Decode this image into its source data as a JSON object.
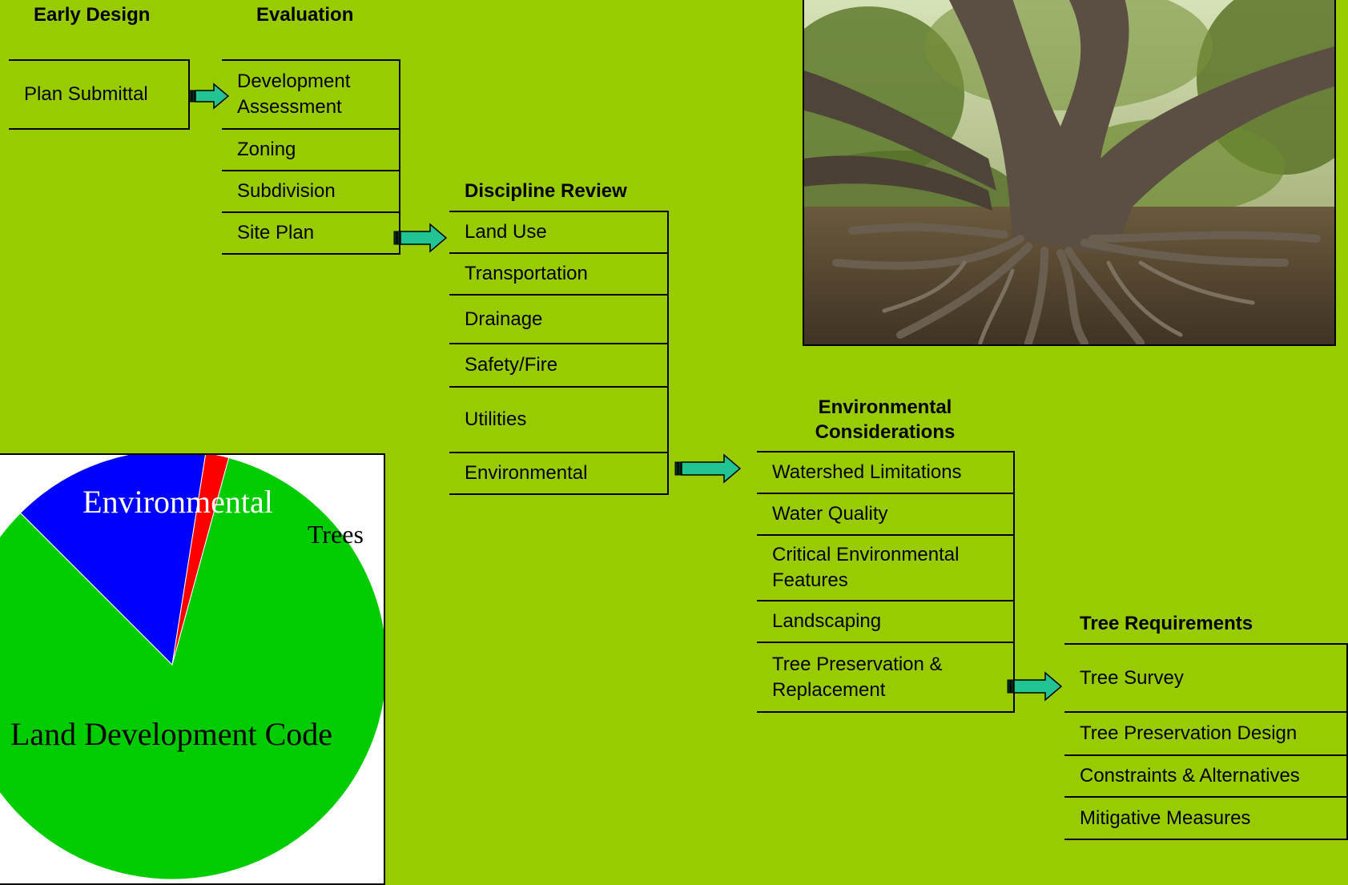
{
  "early_design": {
    "heading": "Early Design",
    "items": [
      "Plan Submittal"
    ]
  },
  "evaluation": {
    "heading": "Evaluation",
    "items": [
      "Development\nAssessment",
      "Zoning",
      "Subdivision",
      "Site Plan"
    ]
  },
  "discipline_review": {
    "heading": "Discipline Review",
    "items": [
      "Land Use",
      "Transportation",
      "Drainage",
      "Safety/Fire",
      "Utilities",
      "Environmental"
    ]
  },
  "environmental_considerations": {
    "heading": "Environmental\nConsiderations",
    "items": [
      "Watershed Limitations",
      "Water Quality",
      "Critical Environmental\nFeatures",
      "Landscaping",
      "Tree Preservation &\nReplacement"
    ]
  },
  "tree_requirements": {
    "heading": "Tree Requirements",
    "items": [
      "Tree Survey",
      "Tree Preservation Design",
      "Constraints & Alternatives",
      "Mitigative Measures"
    ]
  },
  "pie": {
    "labels": {
      "environmental": "Environmental",
      "trees": "Trees",
      "land_development_code": "Land Development Code"
    },
    "slices": [
      {
        "key": "environmental",
        "share": 0.15,
        "color": "#0000ff"
      },
      {
        "key": "trees",
        "share": 0.0175,
        "color": "#ff0000"
      },
      {
        "key": "land_development_code",
        "share": 0.8325,
        "color": "#00cc00"
      }
    ]
  },
  "colors": {
    "background": "#99cc00",
    "arrow_fill": "#22c493"
  },
  "photo": {
    "icon": "oak-tree-photo"
  }
}
